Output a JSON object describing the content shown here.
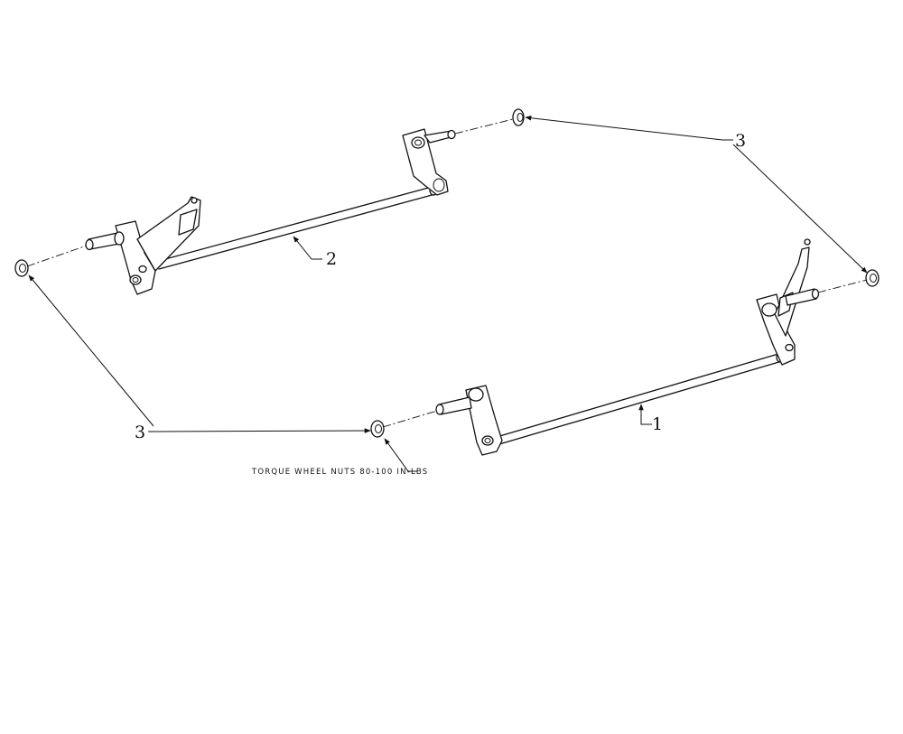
{
  "diagram": {
    "callouts": {
      "axle_front": "1",
      "axle_rear": "2",
      "nut_top": "3",
      "nut_bottom": "3"
    },
    "note": "TORQUE WHEEL NUTS 80-100 IN-LBS"
  }
}
